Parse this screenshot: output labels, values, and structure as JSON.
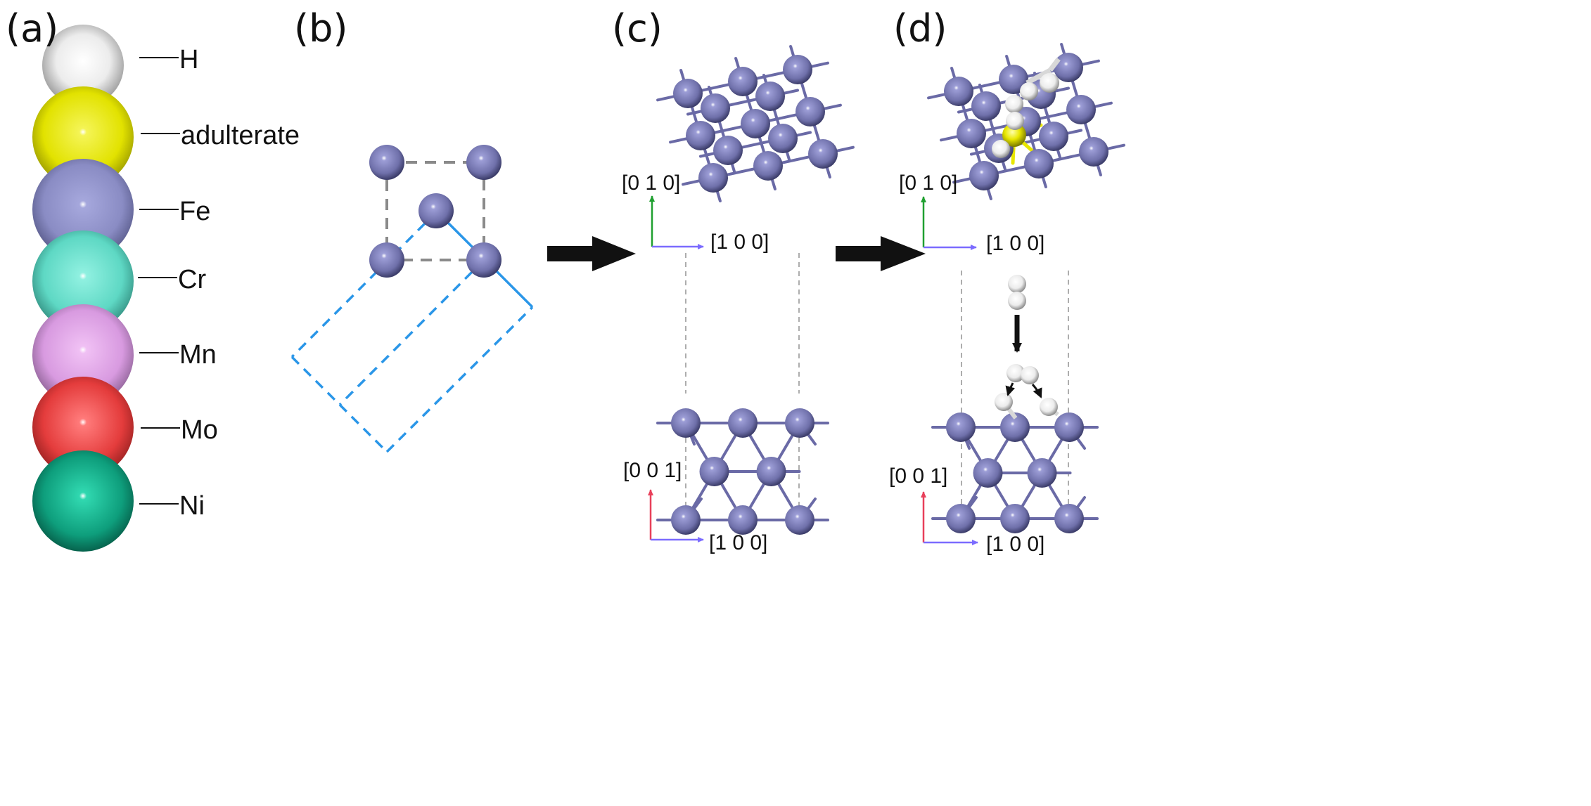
{
  "panels": {
    "a": "(a)",
    "b": "(b)",
    "c": "(c)",
    "d": "(d)"
  },
  "legend": [
    {
      "label": "H",
      "color": "#f4f4f4"
    },
    {
      "label": "adulterate",
      "color": "#ecec10"
    },
    {
      "label": "Fe",
      "color": "#8a8cc4"
    },
    {
      "label": "Cr",
      "color": "#5ee0cc"
    },
    {
      "label": "Mn",
      "color": "#e0a0e8"
    },
    {
      "label": "Mo",
      "color": "#e84848"
    },
    {
      "label": "Ni",
      "color": "#10a080"
    }
  ],
  "axes": {
    "c_top_y": "[0 1 0]",
    "c_top_x": "[1 0 0]",
    "c_bot_y": "[0 0 1]",
    "c_bot_x": "[1 0 0]",
    "d_top_y": "[0 1 0]",
    "d_top_x": "[1 0 0]",
    "d_bot_y": "[0 0 1]",
    "d_bot_x": "[1 0 0]"
  },
  "colors": {
    "fe_atom": "#6e6fa8",
    "bond": "#6a6aa6",
    "cell_dash": "#2a96e8",
    "axis_y_top": "#20a030",
    "axis_x": "#7b6bff",
    "axis_y_side": "#e8405a"
  }
}
